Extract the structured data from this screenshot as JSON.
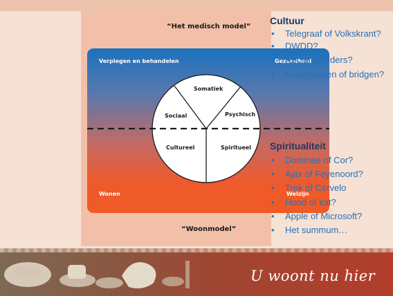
{
  "model": {
    "title_top": "“Het medisch model”",
    "title_bottom": "“Woonmodel”",
    "corner_top_left": "Verplegen en behandelen",
    "corner_top_right": "Gezondheid",
    "corner_bottom_left": "Wonen",
    "corner_bottom_right": "Welzijn",
    "segments": {
      "top": "Somatiek",
      "left": "Sociaal",
      "right": "Psychisch",
      "bottom_left": "Cultureel",
      "bottom_right": "Spiritueel"
    },
    "colors": {
      "top": "#1b72bd",
      "bottom": "#f05a24",
      "circle": "#ffffff"
    }
  },
  "cultuur": {
    "heading": "Cultuur",
    "items": [
      "Telegraaf of Volkskrant?",
      "DWDD?",
      "Reclamefolders?",
      "Klaverjassen of bridgen?"
    ]
  },
  "spiritualiteit": {
    "heading": "Spiritualiteit",
    "items": [
      "Dominee of Cor?",
      "Ajax of Feyenoord?",
      "Trek of Cervelo",
      "Hond of kat?",
      "Apple of Microsoft?",
      "Het summum…"
    ]
  },
  "bullet_glyph": "•",
  "footer": {
    "tagline": "U woont nu hier"
  }
}
